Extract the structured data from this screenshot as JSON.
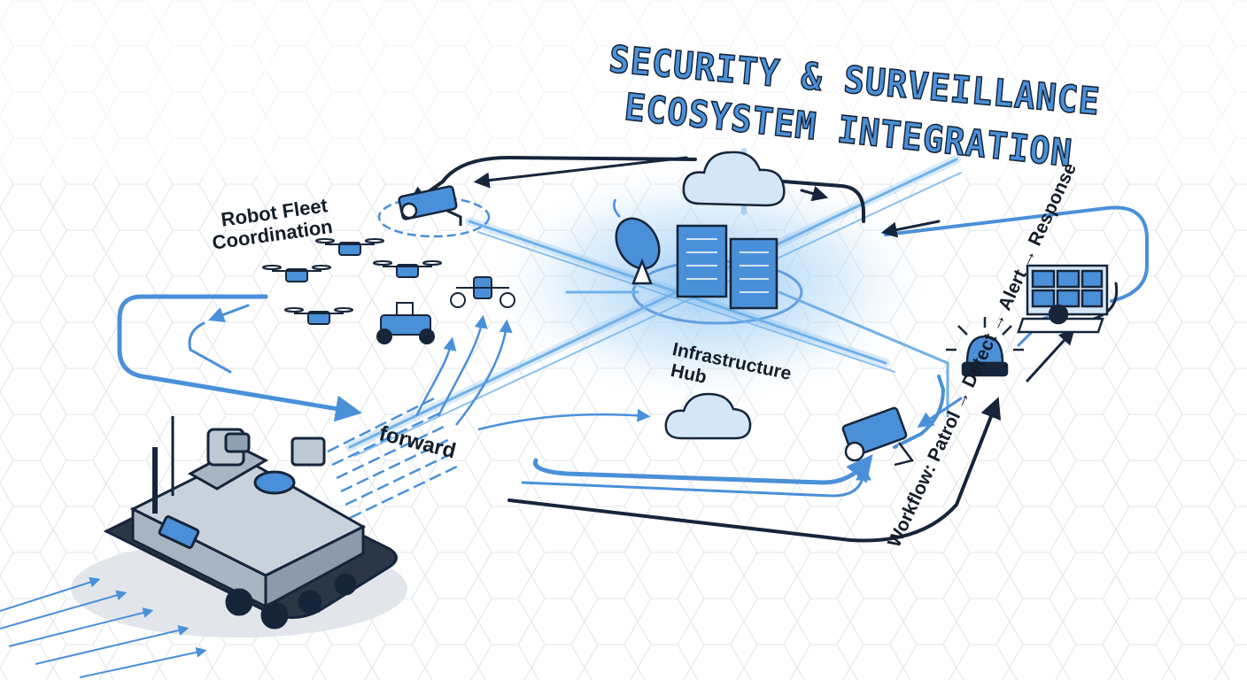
{
  "title": {
    "line1": "SECURITY & SURVEILLANCE",
    "line2": "ECOSYSTEM INTEGRATION"
  },
  "labels": {
    "robot_fleet_line1": "Robot Fleet",
    "robot_fleet_line2": "Coordination",
    "hub_line1": "Infrastructure",
    "hub_line2": "Hub",
    "forward": "forward",
    "workflow": "Workflow: Patrol → Detect → Alert → Response"
  },
  "icons": [
    "security-camera-icon",
    "cloud-icon",
    "server-rack-icon",
    "satellite-dish-icon",
    "drone-icon",
    "ground-rover-icon",
    "tracked-robot-icon",
    "alarm-beacon-icon",
    "monitoring-station-icon"
  ],
  "colors": {
    "accent_blue": "#4a90d9",
    "glow_blue": "#8fc4f2",
    "outline": "#16253a",
    "hex_grid": "#e3e6ea"
  }
}
